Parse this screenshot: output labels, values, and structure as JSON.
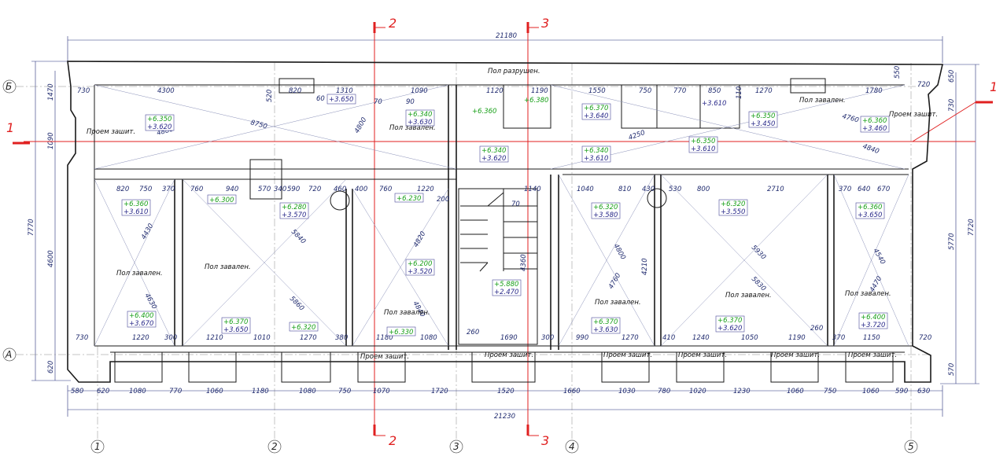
{
  "colors": {
    "section": "#e02020",
    "level_top": "#1aa01a",
    "level_bottom": "#2a2a8a",
    "dim": "#1f2a6e"
  },
  "axes_h": [
    "1",
    "2",
    "3",
    "4",
    "5"
  ],
  "axes_v": [
    "Б",
    "А"
  ],
  "sections": {
    "s1": "1",
    "s2": "2",
    "s3": "3"
  },
  "overall": {
    "top": "21180",
    "bottom": "21230",
    "left": "7770",
    "right": "7720"
  },
  "left_chain": [
    "1470",
    "1090",
    "4600",
    "620"
  ],
  "right_chain": [
    "650",
    "730",
    "5770",
    "570"
  ],
  "bottom_dims": [
    "580",
    "620",
    "1080",
    "770",
    "1060",
    "1180",
    "1080",
    "750",
    "1070",
    "1720",
    "1520",
    "1660",
    "1030",
    "780",
    "1020",
    "1230",
    "1060",
    "750",
    "1060",
    "590",
    "630"
  ],
  "top_row_dims": [
    "730",
    "4300",
    "520",
    "820",
    "60",
    "1310",
    "70",
    "1090",
    "90",
    "1120",
    "1190",
    "1550",
    "750",
    "770",
    "850",
    "110",
    "1270",
    "1780",
    "550",
    "720"
  ],
  "mid_row_dims": [
    "820",
    "750",
    "370",
    "760",
    "940",
    "570",
    "340",
    "590",
    "720",
    "460",
    "400",
    "760",
    "1220",
    "200",
    "1140",
    "70",
    "1040",
    "810",
    "430",
    "530",
    "800",
    "2710",
    "370",
    "640",
    "670"
  ],
  "low_row_dims": [
    "730",
    "1220",
    "300",
    "1210",
    "1010",
    "1270",
    "380",
    "1180",
    "1080",
    "260",
    "1690",
    "300",
    "990",
    "1270",
    "410",
    "1240",
    "1050",
    "1190",
    "260",
    "370",
    "1150",
    "720"
  ],
  "notes": {
    "pol_razrushen": "Пол разрушен.",
    "proem_1": "Проем зашит.",
    "proem_2": "Проем зашит.",
    "pol_zavalen": "Пол завален."
  },
  "levels": [
    {
      "top": "+6.350",
      "bot": "+3.620"
    },
    {
      "top": "+6.340",
      "bot": "+3.630"
    },
    {
      "top": "+6.360",
      "bot": ""
    },
    {
      "top": "+6.380",
      "bot": ""
    },
    {
      "top": "+6.370",
      "bot": "+3.640"
    },
    {
      "top": "+6.350",
      "bot": "+3.450"
    },
    {
      "top": "+6.360",
      "bot": "+3.460"
    },
    {
      "top": "+6.340",
      "bot": "+3.620"
    },
    {
      "top": "+6.340",
      "bot": "+3.610"
    },
    {
      "top": "+6.350",
      "bot": "+3.610"
    },
    {
      "top": "",
      "bot": "+3.610"
    },
    {
      "top": "",
      "bot": "+3.650"
    },
    {
      "top": "+6.360",
      "bot": "+3.610"
    },
    {
      "top": "+6.300",
      "bot": ""
    },
    {
      "top": "+6.280",
      "bot": "+3.570"
    },
    {
      "top": "+6.230",
      "bot": ""
    },
    {
      "top": "+6.320",
      "bot": "+3.580"
    },
    {
      "top": "+6.320",
      "bot": "+3.550"
    },
    {
      "top": "+6.360",
      "bot": "+3.650"
    },
    {
      "top": "+6.200",
      "bot": "+3.520"
    },
    {
      "top": "+5.880",
      "bot": "+2.470"
    },
    {
      "top": "+6.400",
      "bot": "+3.670"
    },
    {
      "top": "+6.370",
      "bot": "+3.650"
    },
    {
      "top": "+6.320",
      "bot": ""
    },
    {
      "top": "+6.330",
      "bot": ""
    },
    {
      "top": "+6.370",
      "bot": "+3.630"
    },
    {
      "top": "+6.370",
      "bot": "+3.620"
    },
    {
      "top": "+6.400",
      "bot": "+3.720"
    }
  ],
  "diag_dims": [
    "4880",
    "8750",
    "4800",
    "4430",
    "5840",
    "5860",
    "4630",
    "4820",
    "4840",
    "4800",
    "4760",
    "5930",
    "5830",
    "4540",
    "4470",
    "4760",
    "4840",
    "4250",
    "4210",
    "4360"
  ]
}
